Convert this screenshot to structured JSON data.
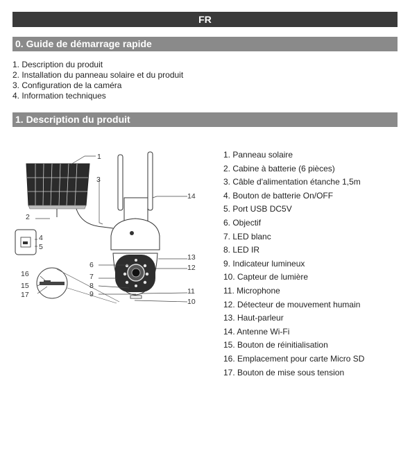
{
  "header": {
    "language": "FR"
  },
  "section0": {
    "title": "0. Guide de démarrage rapide",
    "items": [
      "1. Description du produit",
      "2. Installation du panneau solaire et du produit",
      "3. Configuration de la caméra",
      "4. Information techniques"
    ]
  },
  "section1": {
    "title": "1. Description du produit",
    "parts": [
      "1. Panneau solaire",
      "2. Cabine à batterie (6 pièces)",
      "3. Câble d'alimentation étanche 1,5m",
      "4. Bouton de batterie On/OFF",
      "5. Port USB DC5V",
      "6. Objectif",
      "7. LED blanc",
      "8. LED IR",
      "9. Indicateur lumineux",
      "10. Capteur de lumière",
      "11. Microphone",
      "12. Détecteur de mouvement humain",
      "13. Haut-parleur",
      "14. Antenne Wi-Fi",
      "15. Bouton de réinitialisation",
      "16. Emplacement pour carte Micro SD",
      "17. Bouton de mise sous tension"
    ],
    "callouts": [
      "1",
      "2",
      "3",
      "4",
      "5",
      "6",
      "7",
      "8",
      "9",
      "10",
      "11",
      "12",
      "13",
      "14",
      "15",
      "16",
      "17"
    ]
  }
}
